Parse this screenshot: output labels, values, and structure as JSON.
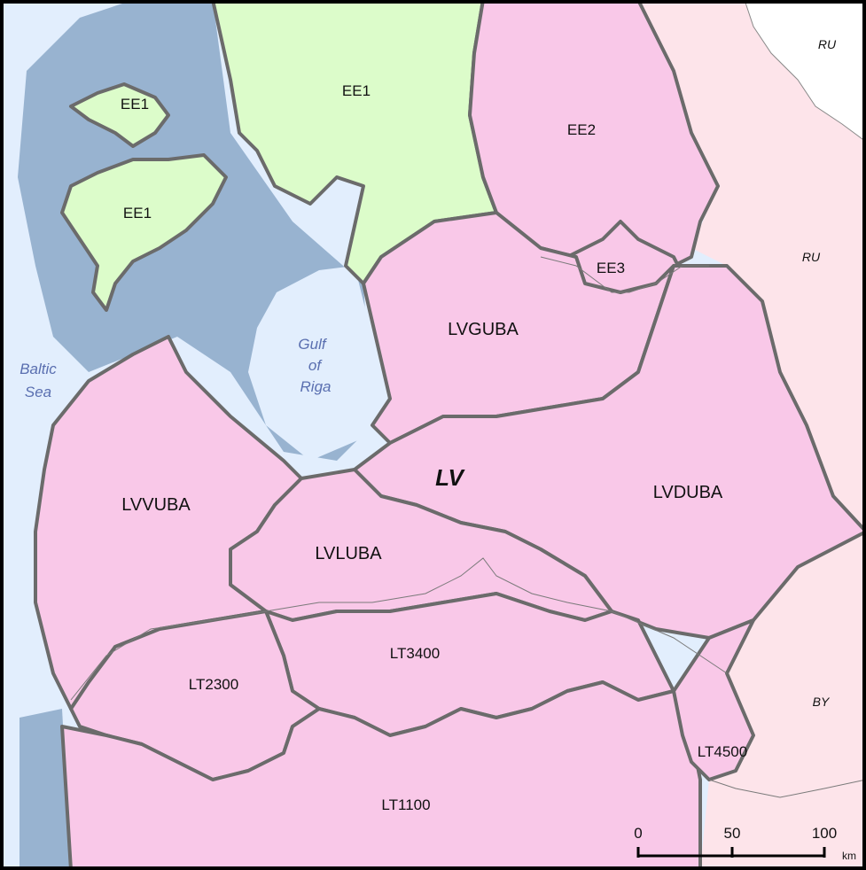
{
  "map": {
    "basins": {
      "ee1_main": "EE1",
      "ee1_hiiumaa": "EE1",
      "ee1_saaremaa": "EE1",
      "ee2": "EE2",
      "ee3": "EE3",
      "lvguba": "LVGUBA",
      "lvvuba": "LVVUBA",
      "lvluba": "LVLUBA",
      "lvduba": "LVDUBA",
      "lt3400": "LT3400",
      "lt2300": "LT2300",
      "lt1100": "LT1100",
      "lt4500": "LT4500"
    },
    "country_labels": {
      "lv": "LV",
      "ru_top": "RU",
      "ru_mid": "RU",
      "by": "BY"
    },
    "water_labels": {
      "baltic_line1": "Baltic",
      "baltic_line2": "Sea",
      "gulf_line1": "Gulf",
      "gulf_line2": "of",
      "gulf_line3": "Riga"
    },
    "scale_bar": {
      "tick0": "0",
      "tick50": "50",
      "tick100": "100",
      "unit": "km"
    },
    "colors": {
      "estonia_ee1": "#dcfcca",
      "river_basin": "#f9c8e8",
      "neighbor_country": "#fde4ea",
      "sea_deep": "#98b3d0",
      "sea_light": "#e2eefd",
      "border": "#6b6b6b"
    }
  }
}
